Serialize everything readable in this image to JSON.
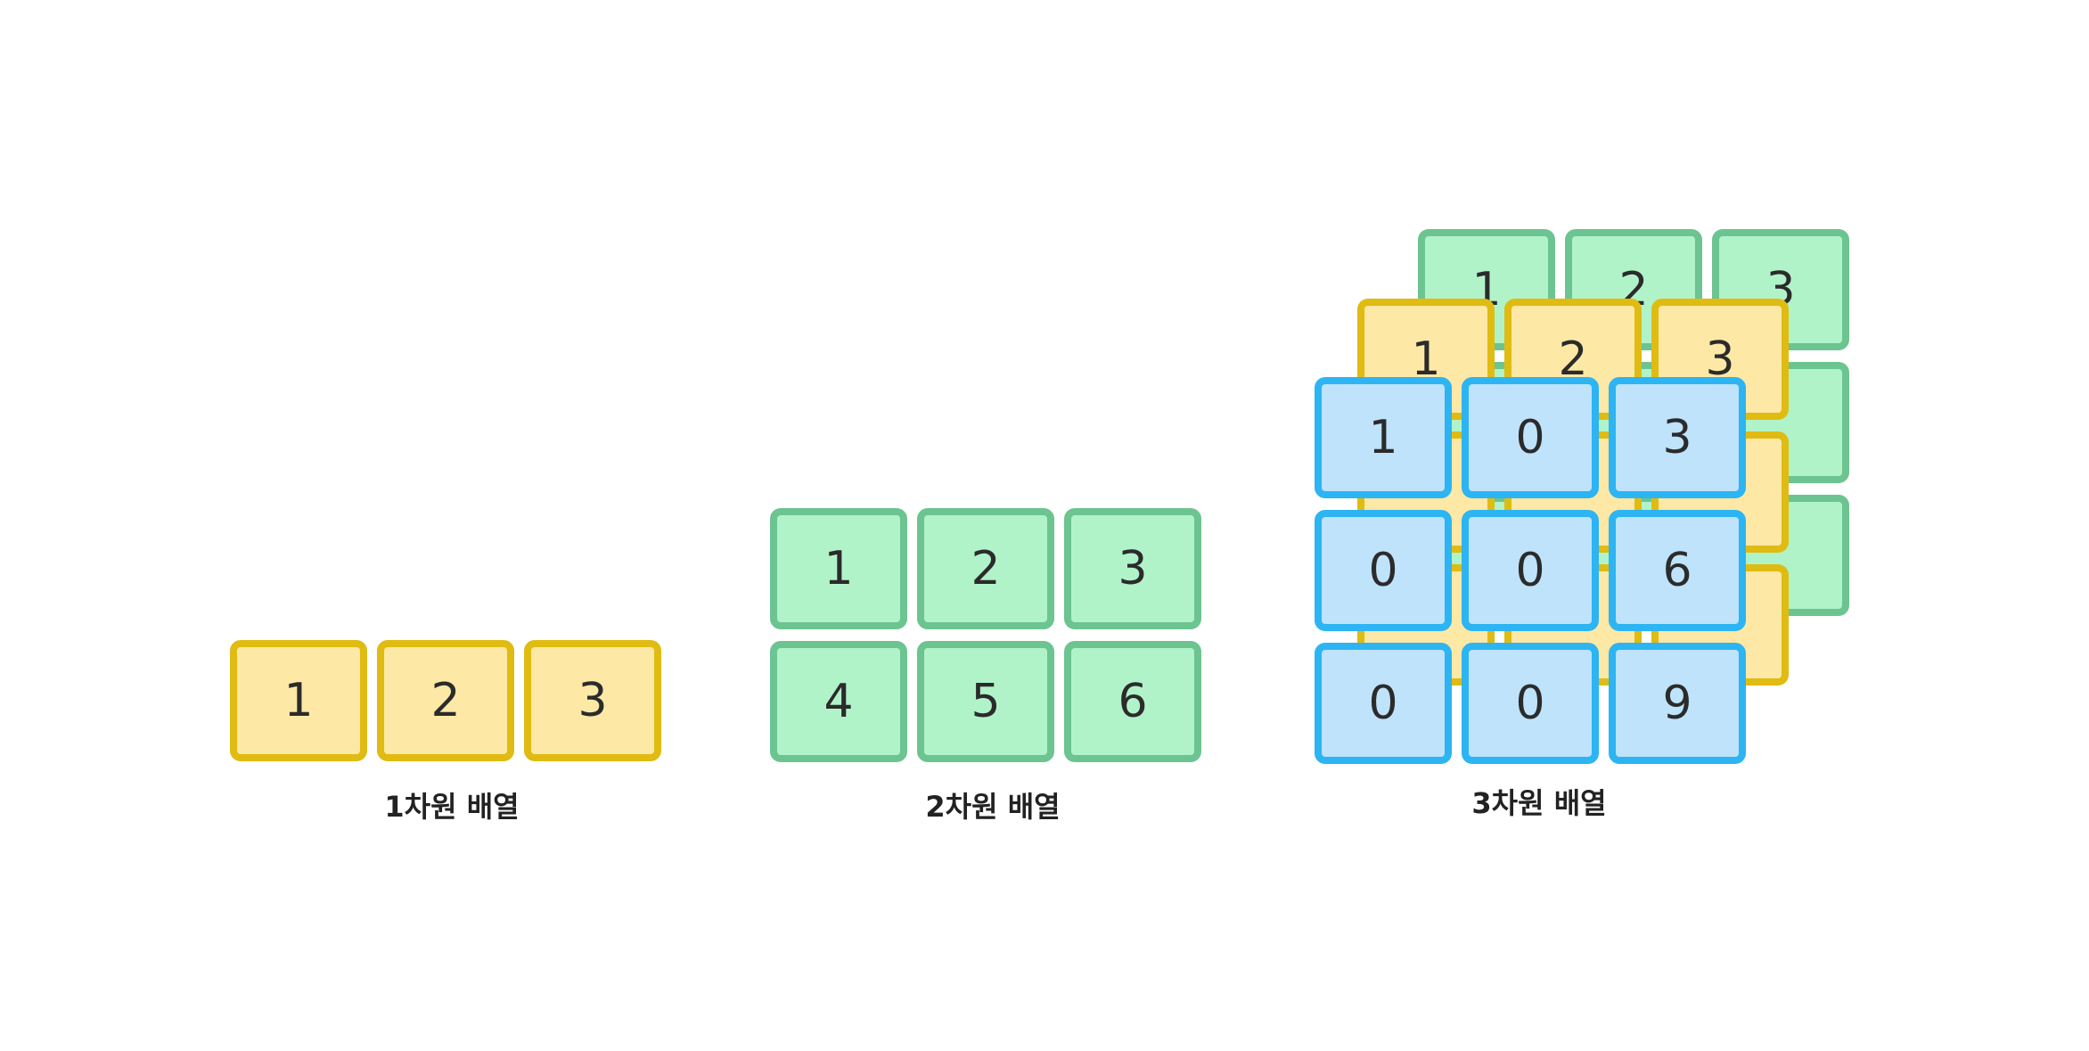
{
  "colors": {
    "yellow": {
      "fill": "#fde8a5",
      "border": "#e0bb12"
    },
    "green": {
      "fill": "#b1f3c9",
      "border": "#6cc490"
    },
    "blue": {
      "fill": "#bee3fb",
      "border": "#2db4f3"
    }
  },
  "arrays": [
    {
      "caption": "1차원 배열",
      "rows": [
        [
          "1",
          "2",
          "3"
        ]
      ]
    },
    {
      "caption": "2차원 배열",
      "rows": [
        [
          "1",
          "2",
          "3"
        ],
        [
          "4",
          "5",
          "6"
        ]
      ]
    },
    {
      "caption": "3차원 배열",
      "layers": [
        {
          "color": "green",
          "rows": [
            [
              "1",
              "2",
              "3"
            ],
            [
              "",
              "",
              ""
            ],
            [
              "",
              "",
              ""
            ]
          ]
        },
        {
          "color": "yellow",
          "rows": [
            [
              "1",
              "2",
              "3"
            ],
            [
              "",
              "",
              ""
            ],
            [
              "",
              "",
              ""
            ]
          ]
        },
        {
          "color": "blue",
          "rows": [
            [
              "1",
              "0",
              "3"
            ],
            [
              "0",
              "0",
              "6"
            ],
            [
              "0",
              "0",
              "9"
            ]
          ]
        }
      ]
    }
  ]
}
